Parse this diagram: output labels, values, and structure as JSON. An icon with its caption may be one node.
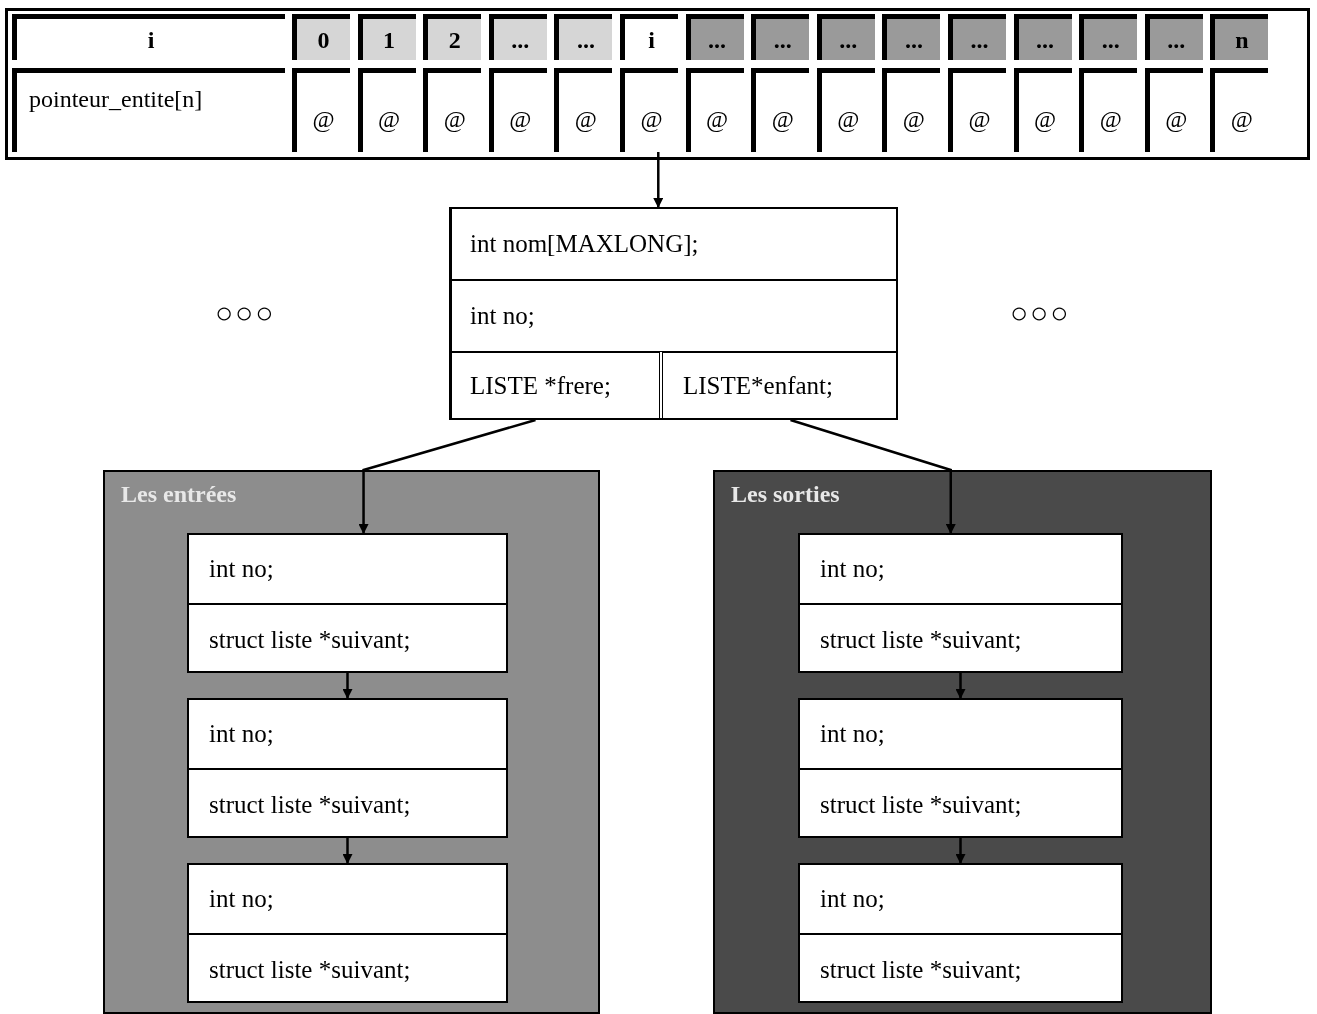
{
  "diagram": {
    "nodes": [
      {
        "text": [],
        "shape": "box"
      },
      {
        "text": [
          "i"
        ],
        "in": 0
      },
      {
        "text": [
          "0"
        ],
        "in": 0
      },
      {
        "text": [
          "1"
        ],
        "in": 0
      },
      {
        "text": [
          "2"
        ],
        "in": 0
      },
      {
        "text": [
          "..."
        ],
        "in": 0
      },
      {
        "text": [
          "..."
        ],
        "in": 0
      },
      {
        "text": [
          "i"
        ],
        "in": 0
      },
      {
        "text": [
          "..."
        ],
        "in": 0
      },
      {
        "text": [
          "..."
        ],
        "in": 0
      },
      {
        "text": [
          "..."
        ],
        "in": 0
      },
      {
        "text": [
          "..."
        ],
        "in": 0
      },
      {
        "text": [
          "..."
        ],
        "in": 0
      },
      {
        "text": [
          "..."
        ],
        "in": 0
      },
      {
        "text": [
          "..."
        ],
        "in": 0
      },
      {
        "text": [
          "..."
        ],
        "in": 0
      },
      {
        "text": [
          "n"
        ],
        "in": 0
      },
      {
        "text": [
          "pointeur_entite[n]"
        ],
        "in": 0
      },
      {
        "text": [
          "@"
        ],
        "in": 0
      },
      {
        "text": [
          "@"
        ],
        "in": 0
      },
      {
        "text": [
          "@"
        ],
        "in": 0
      },
      {
        "text": [
          "@"
        ],
        "in": 0
      },
      {
        "text": [
          "@"
        ],
        "in": 0
      },
      {
        "text": [
          "@"
        ],
        "in": 0
      },
      {
        "text": [
          "@"
        ],
        "in": 0
      },
      {
        "text": [
          "@"
        ],
        "in": 0
      },
      {
        "text": [
          "@"
        ],
        "in": 0
      },
      {
        "text": [
          "@"
        ],
        "in": 0
      },
      {
        "text": [
          "@"
        ],
        "in": 0
      },
      {
        "text": [
          "@"
        ],
        "in": 0
      },
      {
        "text": [
          "@"
        ],
        "in": 0
      },
      {
        "text": [
          "@"
        ],
        "in": 0
      },
      {
        "text": [
          "@"
        ],
        "in": 0
      },
      {
        "text": [],
        "shape": "box"
      },
      {
        "text": [
          "int nom[MAXLONG];"
        ],
        "in": 33
      },
      {
        "text": [
          "int no;"
        ],
        "in": 33
      },
      {
        "text": [
          "LISTE *frere;"
        ],
        "in": 33
      },
      {
        "text": [
          "LISTE*enfant;"
        ],
        "in": 33
      },
      {
        "text": [
          "Les entrées"
        ]
      },
      {
        "text": [
          "int no;",
          "struct liste *suivant;"
        ],
        "in": 38
      },
      {
        "text": [
          "int no;",
          "struct liste *suivant;"
        ],
        "in": 38
      },
      {
        "text": [
          "int no;",
          "struct liste *suivant;"
        ],
        "in": 38
      },
      {
        "text": [
          "Les sorties"
        ]
      },
      {
        "text": [
          "int no;",
          "struct liste *suivant;"
        ],
        "in": 42
      },
      {
        "text": [
          "int no;",
          "struct liste *suivant;"
        ],
        "in": 42
      },
      {
        "text": [
          "int no;",
          "struct liste *suivant;"
        ],
        "in": 42
      }
    ],
    "edges": [
      {
        "from": 23,
        "to": 33,
        "arrow": "to"
      },
      {
        "from": 36,
        "to": 39,
        "arrow": "to"
      },
      {
        "from": 37,
        "to": 43,
        "arrow": "to"
      },
      {
        "from": 39,
        "to": 40,
        "arrow": "to"
      },
      {
        "from": 40,
        "to": 41,
        "arrow": "to"
      },
      {
        "from": 43,
        "to": 44,
        "arrow": "to"
      },
      {
        "from": 44,
        "to": 45,
        "arrow": "to"
      }
    ],
    "labels": [
      "○○○",
      "○○○"
    ]
  }
}
